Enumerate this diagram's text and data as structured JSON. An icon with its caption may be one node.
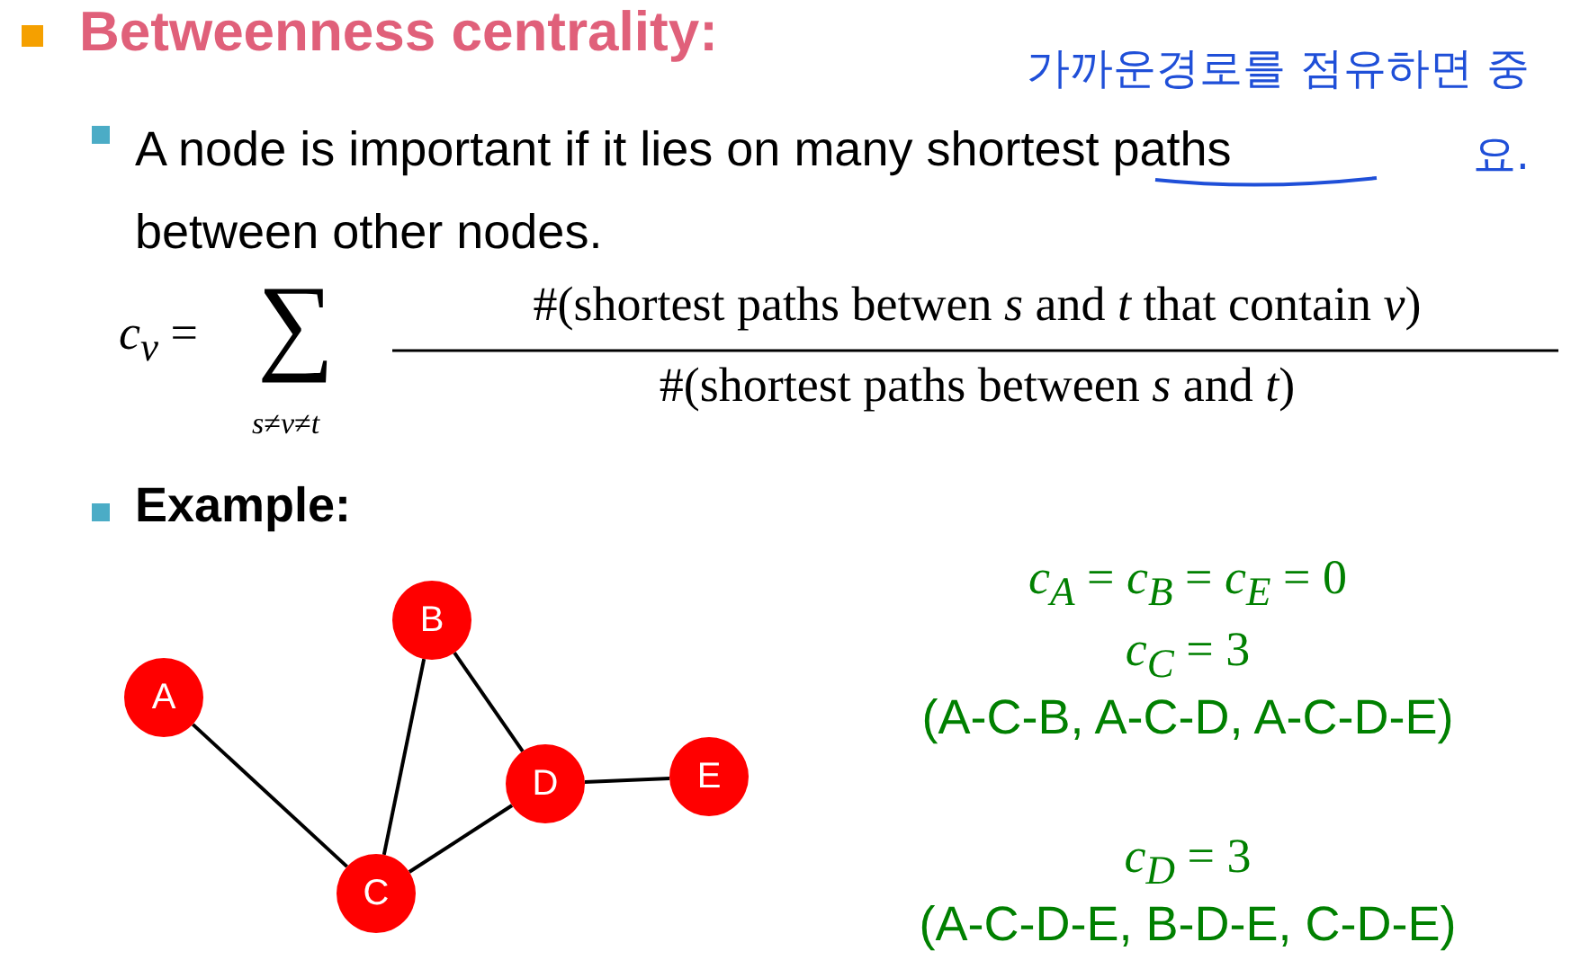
{
  "diagram": {
    "title": "Betweenness centrality:",
    "nodes": [
      {
        "text": [
          "A"
        ]
      },
      {
        "text": [
          "B"
        ]
      },
      {
        "text": [
          "C"
        ]
      },
      {
        "text": [
          "D"
        ]
      },
      {
        "text": [
          "E"
        ]
      }
    ],
    "edges": [
      {
        "from": 0,
        "to": 2,
        "arrow": "none"
      },
      {
        "from": 1,
        "to": 2,
        "arrow": "none"
      },
      {
        "from": 1,
        "to": 3,
        "arrow": "none"
      },
      {
        "from": 2,
        "to": 3,
        "arrow": "none"
      },
      {
        "from": 3,
        "to": 4,
        "arrow": "none"
      }
    ],
    "labels": [
      "가까운경로를 점유하면 중요.",
      "A node is important if it lies on many shortest paths between other nodes.",
      "*c*$_{v}$ =",
      "∑",
      "*s*≠*v*≠*t*",
      "#(shortest paths betwen *s* and *t* that contain *v*)",
      "#(shortest paths between *s* and *t*)",
      "Example:",
      "*c*$_{A}$ = *c*$_{B}$ = *c*$_{E}$ = 0",
      "*c*$_{C}$ = 3",
      "(A-C-B, A-C-D, A-C-D-E)",
      "*c*$_{D}$ = 3",
      "(A-C-D-E, B-D-E, C-D-E)"
    ]
  }
}
